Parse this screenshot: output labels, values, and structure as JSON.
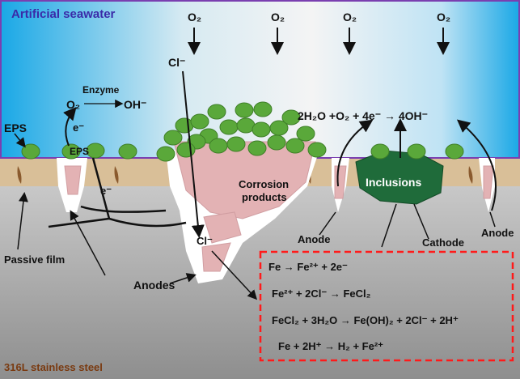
{
  "title_water": "Artificial seawater",
  "title_steel": "316L stainless steel",
  "oxygen": [
    "O₂",
    "O₂",
    "O₂",
    "O₂"
  ],
  "chloride_top": "Cl⁻",
  "chloride_pit": "Cl⁻",
  "enzyme": "Enzyme",
  "enzyme_reaction_left": "O₂",
  "enzyme_reaction_right": "OH⁻",
  "electron_1": "e⁻",
  "electron_2": "e⁻",
  "eps_label": "EPS",
  "eps_on_film": "EPS",
  "corrosion_products": [
    "Corrosion",
    "products"
  ],
  "cathode_reaction": "2H₂O +O₂ + 4e⁻ → 4OH⁻",
  "inclusions": "Inclusions",
  "anode_left": "Anode",
  "anode_right": "Anode",
  "cathode": "Cathode",
  "passive_film": "Passive film",
  "anodes": "Anodes",
  "equations": [
    "Fe → Fe²⁺ + 2e⁻",
    "Fe²⁺ + 2Cl⁻ → FeCl₂",
    "FeCl₂ + 3H₂O → Fe(OH)₂ + 2Cl⁻ + 2H⁺",
    "Fe + 2H⁺ → H₂ + Fe²⁺"
  ],
  "colors": {
    "water": "#1aa8e6",
    "border": "#7a3fb0",
    "film": "#d9bf98",
    "steel": "#a9a9a9",
    "bacteria": "#5aa83a",
    "products": "#e3b2b4",
    "inclusion": "#1f6b3a",
    "box": "#ff1a1a",
    "title": "#3a2aa8"
  }
}
